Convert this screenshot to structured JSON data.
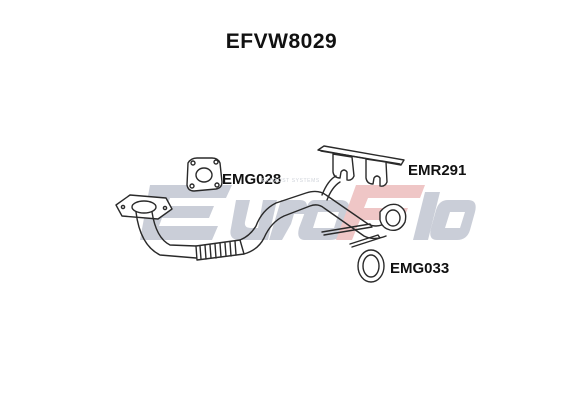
{
  "title": "EFVW8029",
  "parts": [
    {
      "id": "flange-gasket",
      "label": "EMG028"
    },
    {
      "id": "rubber-mount-bracket",
      "label": "EMR291"
    },
    {
      "id": "ring-gasket",
      "label": "EMG033"
    }
  ],
  "watermark": {
    "brand": "EuroFlo",
    "tagline": "EXHAUST SYSTEMS"
  },
  "colors": {
    "outline": "#2a2a2a",
    "watermark_blue": "#c8ccd6",
    "watermark_red": "#efc4c4",
    "text": "#111111"
  },
  "icons": [
    "exhaust-pipe-icon",
    "four-bolt-gasket-icon",
    "rubber-hanger-icon",
    "ring-gasket-icon",
    "hanger-pin-icon"
  ]
}
